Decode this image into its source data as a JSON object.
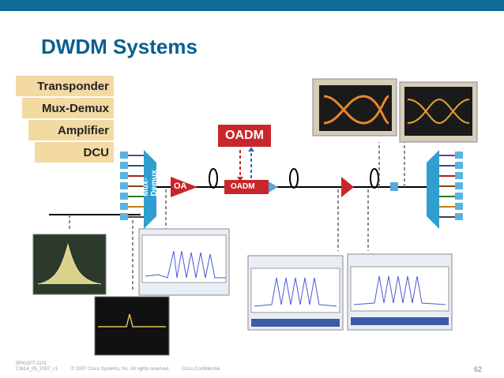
{
  "slide": {
    "title": "DWDM Systems",
    "page_number": "62"
  },
  "legend": [
    "Transponder",
    "Mux-Demux",
    "Amplifier",
    "DCU"
  ],
  "diagram": {
    "oadm_label": "OADM",
    "mux_label": "Mux-Demux",
    "oa_label": "OA",
    "oadm_inline_label": "OADM"
  },
  "footer": {
    "course": "BRKOPT-1101",
    "version": "13614_05_2007_c1",
    "copyright": "© 2007 Cisco Systems, Inc. All rights reserved.",
    "confidential": "Cisco Confidential"
  },
  "colors": {
    "topbar": "#0f6d9a",
    "title": "#0a5f8f",
    "legend_fill": "#f3d9a2",
    "amplifier_red": "#c9262b",
    "mux_blue": "#2f9fd0",
    "dcu_blue": "#5aa7dc"
  }
}
